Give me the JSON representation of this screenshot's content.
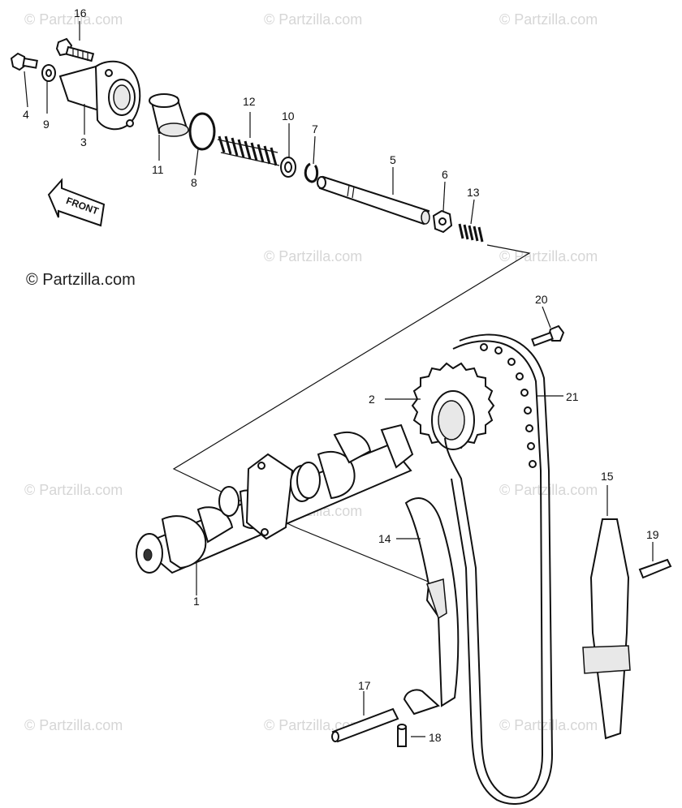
{
  "copyright": "© Partzilla.com",
  "watermarks": [
    "© Partzilla.com",
    "© Partzilla.com",
    "© Partzilla.com",
    "© Partzilla.com",
    "© Partzilla.com",
    "© Partzilla.com",
    "© Partzilla.com",
    "© Partzilla.com",
    "© Partzilla.com",
    "© Partzilla.com",
    "© Partzilla.com",
    "© Partzilla.com"
  ],
  "front_arrow_label": "FRONT",
  "callouts": {
    "c1": "1",
    "c2": "2",
    "c3": "3",
    "c4": "4",
    "c5": "5",
    "c6": "6",
    "c7": "7",
    "c8": "8",
    "c9": "9",
    "c10": "10",
    "c11": "11",
    "c12": "12",
    "c13": "13",
    "c14": "14",
    "c15": "15",
    "c16": "16",
    "c17": "17",
    "c18": "18",
    "c19": "19",
    "c20": "20",
    "c21": "21"
  }
}
